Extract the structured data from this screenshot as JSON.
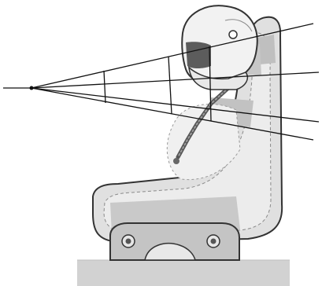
{
  "figure": {
    "colors": {
      "background": "#ffffff",
      "floor": "#cfcfcf",
      "seat_fill": "#d9d9d9",
      "seat_stroke": "#3a3a3a",
      "bracket_fill": "#c4c4c4",
      "helmet_fill": "#efefef",
      "visor": "#5c5c5c",
      "shadow": "#a8a8a8",
      "line": "#111111"
    },
    "icons": [
      "helmet",
      "harness",
      "seat-bracket",
      "mounting-bolt",
      "eye-point"
    ]
  }
}
